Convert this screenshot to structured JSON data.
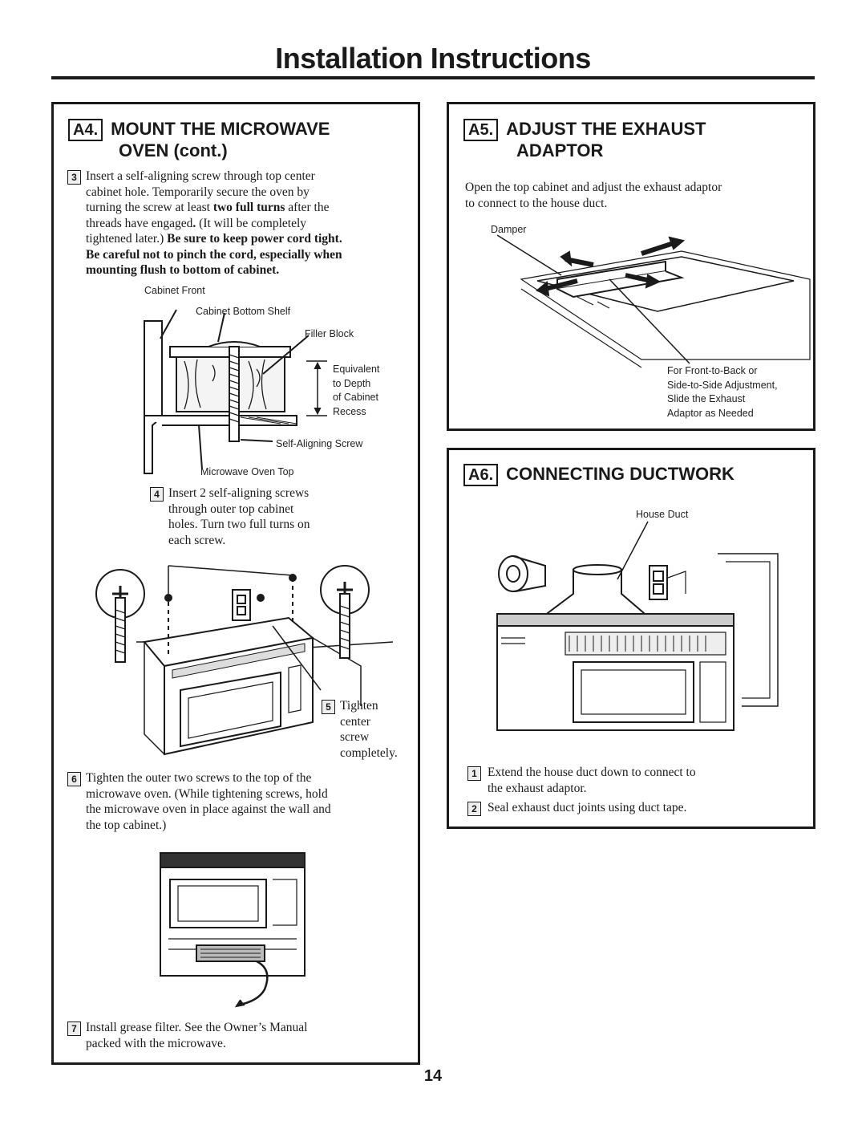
{
  "page": {
    "title": "Installation Instructions",
    "page_number": "14"
  },
  "a4": {
    "tag": "A4.",
    "heading_line1": "MOUNT THE MICROWAVE",
    "heading_line2": "OVEN (cont.)",
    "step3_num": "3",
    "step3_line1": "Insert a self-aligning screw through top center",
    "step3_line2": "cabinet hole. Temporarily secure the oven by",
    "step3_line3_pre": "turning the screw at least ",
    "step3_line3_bold": "two full turns",
    "step3_line3_post": " after the",
    "step3_line4_pre": "threads have engaged",
    "step3_line4_bold": ".",
    "step3_line4_post": " (It will be completely",
    "step3_line5_pre": "tightened later.) ",
    "step3_line5_bold": "Be sure to keep power cord tight.",
    "step3_line6": "Be careful not to pinch the cord, especially when",
    "step3_line7": "mounting flush to bottom of cabinet.",
    "fig1_labels": {
      "cabinet_front": "Cabinet Front",
      "cabinet_bottom_shelf": "Cabinet Bottom Shelf",
      "filler_block": "Filler Block",
      "equiv_1": "Equivalent",
      "equiv_2": "to Depth",
      "equiv_3": "of Cabinet",
      "equiv_4": "Recess",
      "self_aligning_screw": "Self-Aligning Screw",
      "microwave_oven_top": "Microwave Oven Top"
    },
    "step4_num": "4",
    "step4_line1": "Insert 2 self-aligning screws",
    "step4_line2": "through outer top cabinet",
    "step4_line3": "holes. Turn two full turns on",
    "step4_line4": "each screw.",
    "step5_num": "5",
    "step5_line1": "Tighten",
    "step5_line2": "center",
    "step5_line3": "screw",
    "step5_line4": "completely.",
    "step6_num": "6",
    "step6_line1": "Tighten the outer two screws to the top of the",
    "step6_line2": "microwave oven. (While tightening screws, hold",
    "step6_line3": "the microwave oven in place against the wall and",
    "step6_line4": "the top cabinet.)",
    "step7_num": "7",
    "step7_line1": "Install grease filter. See the Owner’s Manual",
    "step7_line2": "packed with the microwave."
  },
  "a5": {
    "tag": "A5.",
    "heading_line1": "ADJUST THE EXHAUST",
    "heading_line2": "ADAPTOR",
    "body_line1": "Open the top cabinet and adjust the exhaust adaptor",
    "body_line2": "to connect to the house duct.",
    "label_damper": "Damper",
    "adj_1": "For Front-to-Back or",
    "adj_2": "Side-to-Side Adjustment,",
    "adj_3": "Slide the Exhaust",
    "adj_4": "Adaptor as Needed"
  },
  "a6": {
    "tag": "A6.",
    "heading": "CONNECTING DUCTWORK",
    "label_house_duct": "House Duct",
    "step1_num": "1",
    "step1_line1": "Extend the house duct down to connect to",
    "step1_line2": "the exhaust adaptor.",
    "step2_num": "2",
    "step2_line1": "Seal exhaust duct joints using duct tape."
  }
}
